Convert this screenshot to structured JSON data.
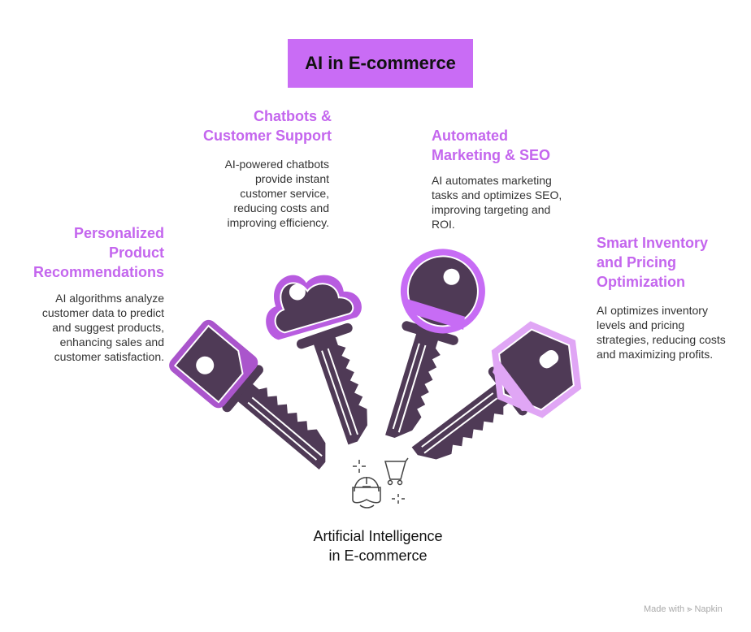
{
  "title": "AI in E-commerce",
  "sections": [
    {
      "heading": "Personalized Product Recommendations",
      "text": "AI algorithms analyze customer data to predict and suggest products, enhancing sales and customer satisfaction.",
      "color": "#aa55cc"
    },
    {
      "heading": "Chatbots & Customer Support",
      "text": "AI-powered chatbots provide instant customer service, reducing costs and improving efficiency.",
      "color": "#b85ce0"
    },
    {
      "heading": "Automated Marketing & SEO",
      "text": "AI automates marketing tasks and optimizes SEO, improving targeting and ROI.",
      "color": "#c76cf5"
    },
    {
      "heading": "Smart Inventory and Pricing Optimization",
      "text": "AI optimizes inventory levels and pricing strategies, reducing costs and maximizing profits.",
      "color": "#e0a6f5"
    }
  ],
  "center_label": "Artificial Intelligence in E-commerce",
  "watermark": "Made with ⪢ Napkin",
  "key_color": "#4f3a56"
}
